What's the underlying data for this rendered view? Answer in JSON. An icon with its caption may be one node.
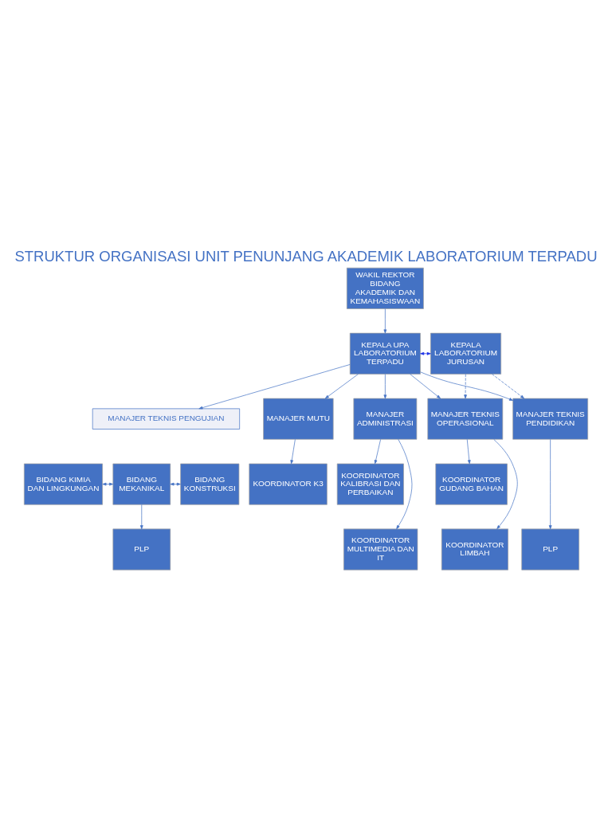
{
  "diagram": {
    "title": "STRUKTUR ORGANISASI UNIT PENUNJANG AKADEMIK LABORATORIUM TERPADU",
    "nodes": [
      {
        "text": [
          "WAKIL REKTOR BIDANG AKADEMIK DAN KEMAHASISWAAN"
        ]
      },
      {
        "text": [
          "KEPALA UPA LABORATORIUM TERPADU"
        ]
      },
      {
        "text": [
          "KEPALA LABORATORIUM JURUSAN"
        ]
      },
      {
        "text": [
          "MANAJER TEKNIS PENGUJIAN"
        ]
      },
      {
        "text": [
          "MANAJER MUTU"
        ]
      },
      {
        "text": [
          "MANAJER ADMINISTRASI"
        ]
      },
      {
        "text": [
          "MANAJER TEKNIS OPERASIONAL"
        ]
      },
      {
        "text": [
          "MANAJER TEKNIS PENDIDIKAN"
        ]
      },
      {
        "text": [
          "BIDANG KIMIA DAN LINGKUNGAN"
        ]
      },
      {
        "text": [
          "BIDANG MEKANIKAL"
        ]
      },
      {
        "text": [
          "BIDANG KONSTRUKSI"
        ]
      },
      {
        "text": [
          "KOORDINATOR K3"
        ]
      },
      {
        "text": [
          "KOORDINATOR KALIBRASI DAN PERBAIKAN"
        ]
      },
      {
        "text": [
          "KOORDINATOR GUDANG BAHAN"
        ]
      },
      {
        "text": [
          "PLP"
        ]
      },
      {
        "text": [
          "KOORDINATOR MULTIMEDIA DAN IT"
        ]
      },
      {
        "text": [
          "KOORDINATOR LIMBAH"
        ]
      },
      {
        "text": [
          "PLP"
        ]
      }
    ],
    "edges": [
      {
        "from": 0,
        "to": 1,
        "arrow": "to"
      },
      {
        "from": 1,
        "to": 2,
        "arrow": "both",
        "style": "dashed",
        "color": "#1a2ee6"
      },
      {
        "from": 1,
        "to": 3,
        "arrow": "to"
      },
      {
        "from": 1,
        "to": 4,
        "arrow": "to"
      },
      {
        "from": 1,
        "to": 5,
        "arrow": "to"
      },
      {
        "from": 1,
        "to": 6,
        "arrow": "to"
      },
      {
        "from": 1,
        "to": 7,
        "arrow": "to"
      },
      {
        "from": 2,
        "to": 6,
        "arrow": "to",
        "style": "dashed"
      },
      {
        "from": 2,
        "to": 7,
        "arrow": "to",
        "style": "dashed"
      },
      {
        "from": 8,
        "to": 9,
        "arrow": "both"
      },
      {
        "from": 9,
        "to": 10,
        "arrow": "both"
      },
      {
        "from": 9,
        "to": 14,
        "arrow": "to"
      },
      {
        "from": 4,
        "to": 11,
        "arrow": "to"
      },
      {
        "from": 5,
        "to": 12,
        "arrow": "to"
      },
      {
        "from": 5,
        "to": 15,
        "arrow": "to"
      },
      {
        "from": 6,
        "to": 13,
        "arrow": "to"
      },
      {
        "from": 6,
        "to": 16,
        "arrow": "to"
      },
      {
        "from": 7,
        "to": 17,
        "arrow": "to"
      }
    ]
  }
}
